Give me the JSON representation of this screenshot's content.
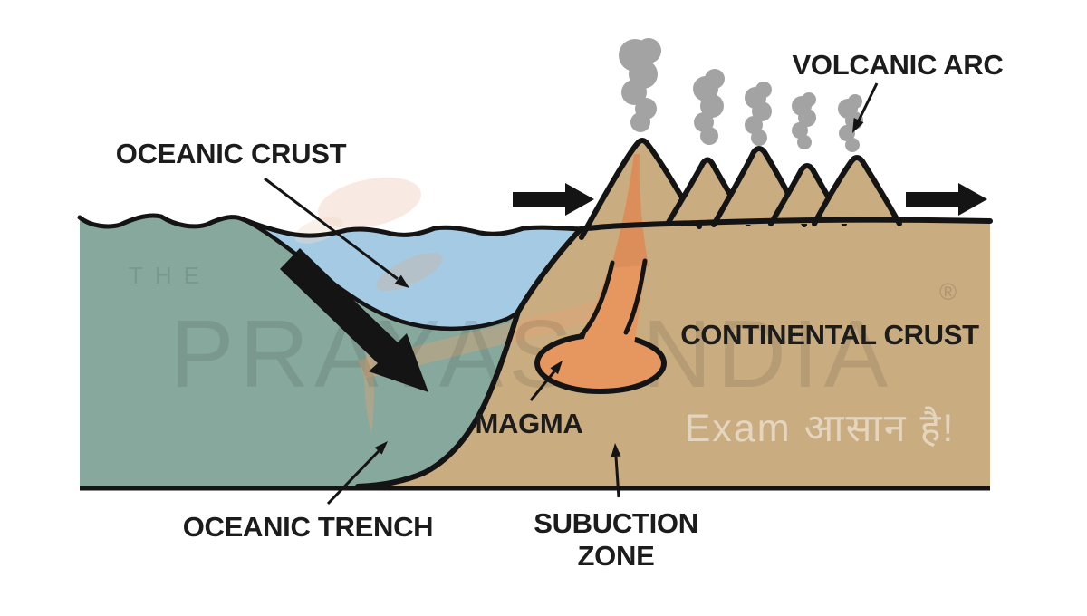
{
  "labels": {
    "oceanic_crust": "OCEANIC CRUST",
    "volcanic_arc": "VOLCANIC ARC",
    "continental_crust": "CONTINENTAL CRUST",
    "magma": "MAGMA",
    "oceanic_trench": "OCEANIC TRENCH",
    "subduction_zone": {
      "line1": "SUBUCTION",
      "line2": "ZONE"
    }
  },
  "watermark": {
    "prefix": "THE",
    "brand": "PRAYAS INDIA",
    "registered_mark": "®",
    "tagline": "Exam आसान है!"
  },
  "colors": {
    "background": "#ffffff",
    "outline": "#141414",
    "label_text": "#1c1c1c",
    "oceanic_crust": "#87a89c",
    "seawater": "#a5cbe4",
    "continental_crust": "#c9ac80",
    "magma": "#e5975f",
    "magma_streak": "#dd8a55",
    "smoke": "#9c9c9c",
    "watermark_salmon": "#e8a272",
    "watermark_salmon_light": "#f3d9cb"
  }
}
